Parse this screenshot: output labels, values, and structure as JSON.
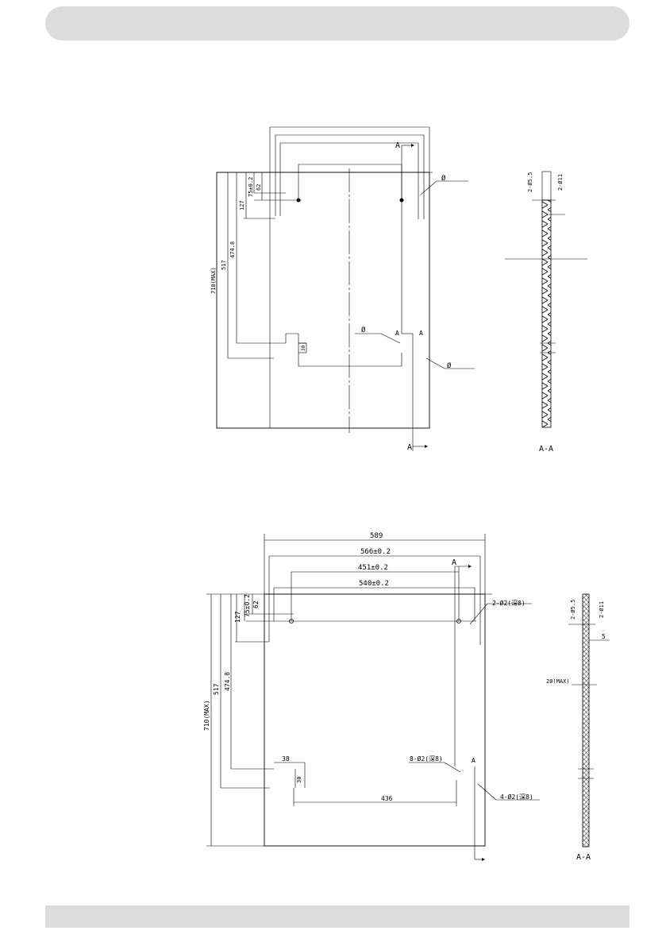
{
  "header_bar": "",
  "footer_bar": "",
  "drawing_top": {
    "labels": {
      "section_arrow_top": "A",
      "section_arrow_bottom": "A",
      "section_mid": "A",
      "section_mid2": "A",
      "phi_top": "Ø",
      "phi_mid": "Ø",
      "phi_low": "Ø",
      "dim_710": "710(MAX)",
      "dim_517": "517",
      "dim_474": "474.8",
      "dim_127": "127",
      "dim_75": "75±0.2",
      "dim_62": "62",
      "dim_30": "30"
    },
    "section": {
      "title": "A-A",
      "hole_55": "2-Ø5.5",
      "hole_11": "2-Ø11"
    }
  },
  "drawing_bottom": {
    "labels": {
      "dim_589": "589",
      "dim_566": "566±0.2",
      "dim_451": "451±0.2",
      "dim_540": "540±0.2",
      "section_arrow_top": "A",
      "section_arrow_bottom": "",
      "section_mid": "A",
      "dim_710": "710(MAX)",
      "dim_517": "517",
      "dim_474": "474.8",
      "dim_127": "127",
      "dim_75": "75±0.2",
      "dim_62": "62",
      "dim_38": "38",
      "dim_30": "30",
      "dim_436": "436",
      "hole_2": "2-Ø2(深8)",
      "hole_8": "8-Ø2(深8)",
      "hole_4": "4-Ø2(深8)"
    },
    "section": {
      "title": "A-A",
      "hole_55": "2-Ø5.5",
      "hole_11": "2-Ø11",
      "dim_5": "5",
      "dim_20": "20(MAX)"
    }
  }
}
